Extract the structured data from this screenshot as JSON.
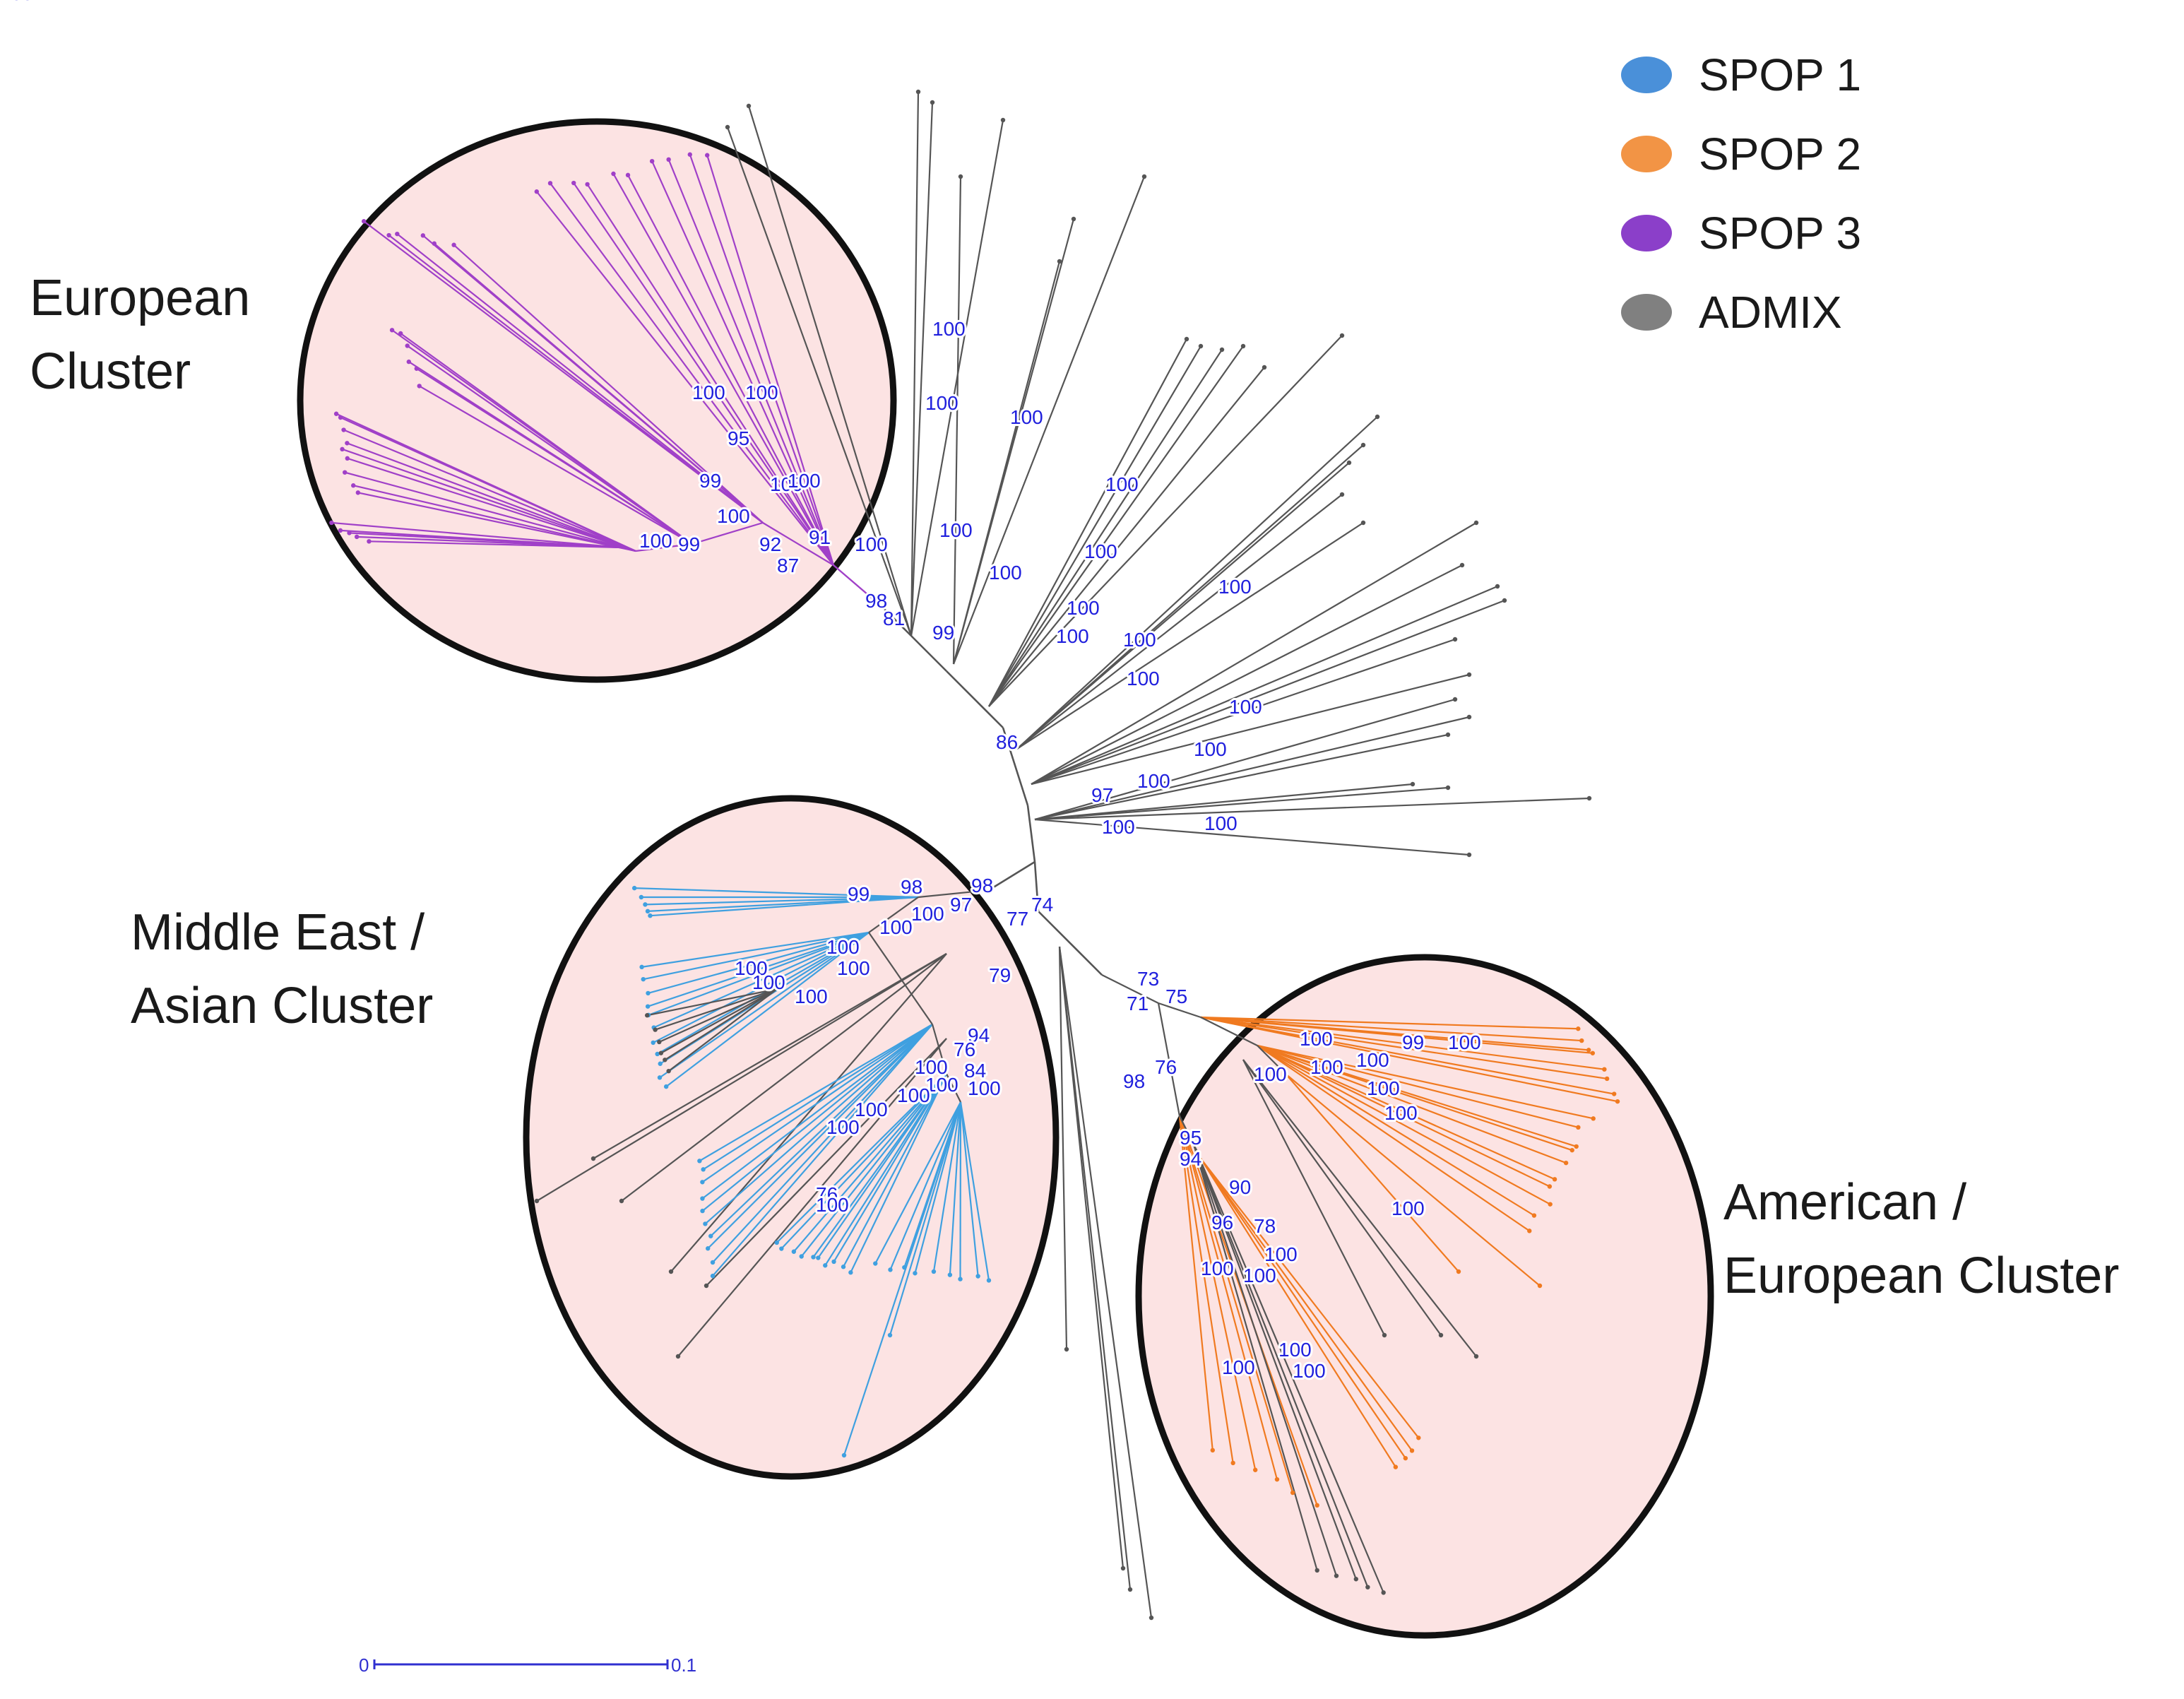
{
  "legend": {
    "items": [
      {
        "label": "SPOP 1",
        "color": "#4a90d9"
      },
      {
        "label": "SPOP 2",
        "color": "#f29445"
      },
      {
        "label": "SPOP 3",
        "color": "#8b3fc9"
      },
      {
        "label": "ADMIX",
        "color": "#808080"
      }
    ]
  },
  "clusters": {
    "european": {
      "line1": "European",
      "line2": "Cluster"
    },
    "middle_east": {
      "line1": "Middle East /",
      "line2": "Asian Cluster"
    },
    "american": {
      "line1": "American /",
      "line2": "European Cluster"
    }
  },
  "colors": {
    "cluster_fill": "#fce3e3",
    "cluster_border": "#111111",
    "admix_branch": "#555555",
    "spop1_branch": "#3fa0e0",
    "spop2_branch": "#f07a20",
    "spop3_branch": "#a040c8",
    "bootstrap_text": "#2020dd",
    "scale_bar": "#3030d0"
  },
  "scale_bar": {
    "start_label": "0",
    "end_label": "0.1"
  },
  "bootstrap_values": [
    "100",
    "100",
    "100",
    "100",
    "100",
    "100",
    "100",
    "100",
    "100",
    "99",
    "100",
    "100",
    "99",
    "95",
    "100",
    "100",
    "100",
    "99",
    "100",
    "91",
    "92",
    "87",
    "100",
    "98",
    "81",
    "100",
    "100",
    "100",
    "100",
    "100",
    "100",
    "97",
    "100",
    "100",
    "86",
    "99",
    "98",
    "98",
    "97",
    "100",
    "100",
    "100",
    "100",
    "100",
    "100",
    "100",
    "77",
    "74",
    "79",
    "94",
    "76",
    "84",
    "100",
    "100",
    "100",
    "100",
    "100",
    "100",
    "76",
    "100",
    "73",
    "71",
    "75",
    "98",
    "76",
    "100",
    "99",
    "100",
    "100",
    "100",
    "100",
    "100",
    "100",
    "100",
    "95",
    "94",
    "90",
    "96",
    "78",
    "100",
    "100",
    "100",
    "100",
    "100",
    "100",
    "100"
  ]
}
